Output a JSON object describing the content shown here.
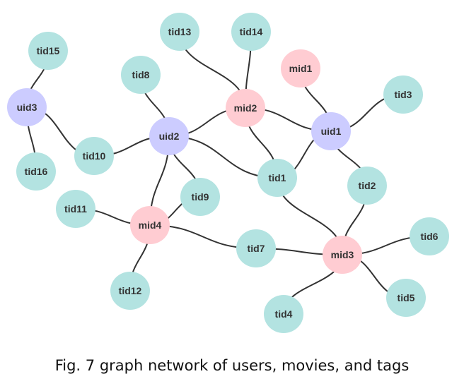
{
  "caption": "Fig. 7 graph network of users, movies, and tags",
  "colors": {
    "user": "#ccccff",
    "movie": "#ffccd2",
    "tag": "#b3e3e1",
    "edge": "#333333",
    "label": "#333333"
  },
  "nodes": [
    {
      "id": "tid15",
      "type": "tag"
    },
    {
      "id": "uid3",
      "type": "user"
    },
    {
      "id": "tid16",
      "type": "tag"
    },
    {
      "id": "tid10",
      "type": "tag"
    },
    {
      "id": "tid8",
      "type": "tag"
    },
    {
      "id": "tid13",
      "type": "tag"
    },
    {
      "id": "tid14",
      "type": "tag"
    },
    {
      "id": "uid2",
      "type": "user"
    },
    {
      "id": "mid2",
      "type": "movie"
    },
    {
      "id": "mid1",
      "type": "movie"
    },
    {
      "id": "tid3",
      "type": "tag"
    },
    {
      "id": "uid1",
      "type": "user"
    },
    {
      "id": "tid1",
      "type": "tag"
    },
    {
      "id": "tid2",
      "type": "tag"
    },
    {
      "id": "tid9",
      "type": "tag"
    },
    {
      "id": "tid11",
      "type": "tag"
    },
    {
      "id": "mid4",
      "type": "movie"
    },
    {
      "id": "tid7",
      "type": "tag"
    },
    {
      "id": "mid3",
      "type": "movie"
    },
    {
      "id": "tid6",
      "type": "tag"
    },
    {
      "id": "tid5",
      "type": "tag"
    },
    {
      "id": "tid4",
      "type": "tag"
    },
    {
      "id": "tid12",
      "type": "tag"
    }
  ],
  "edges": [
    [
      "uid3",
      "tid15"
    ],
    [
      "uid3",
      "tid16"
    ],
    [
      "uid3",
      "tid10"
    ],
    [
      "uid2",
      "tid10"
    ],
    [
      "uid2",
      "tid8"
    ],
    [
      "uid2",
      "mid2"
    ],
    [
      "uid2",
      "tid1"
    ],
    [
      "uid2",
      "tid9"
    ],
    [
      "uid2",
      "mid4"
    ],
    [
      "mid2",
      "tid13"
    ],
    [
      "mid2",
      "tid14"
    ],
    [
      "mid2",
      "uid1"
    ],
    [
      "mid2",
      "tid1"
    ],
    [
      "uid1",
      "mid1"
    ],
    [
      "uid1",
      "tid3"
    ],
    [
      "uid1",
      "tid1"
    ],
    [
      "uid1",
      "tid2"
    ],
    [
      "tid1",
      "mid3"
    ],
    [
      "tid2",
      "mid3"
    ],
    [
      "mid4",
      "tid11"
    ],
    [
      "mid4",
      "tid9"
    ],
    [
      "mid4",
      "tid7"
    ],
    [
      "mid4",
      "tid12"
    ],
    [
      "mid3",
      "tid7"
    ],
    [
      "mid3",
      "tid6"
    ],
    [
      "mid3",
      "tid5"
    ],
    [
      "mid3",
      "tid4"
    ]
  ]
}
